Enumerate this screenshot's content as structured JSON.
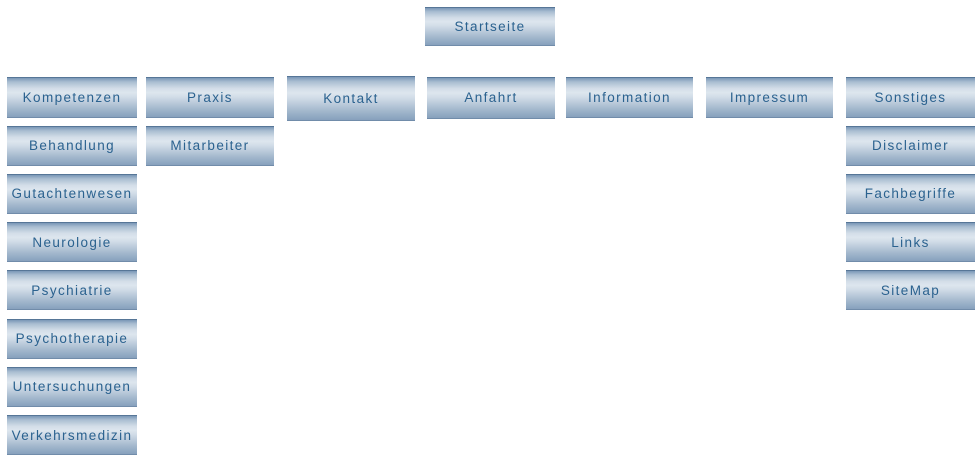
{
  "home": {
    "label": "Startseite"
  },
  "columns": [
    {
      "header": "Kompetenzen",
      "items": [
        "Behandlung",
        "Gutachtenwesen",
        "Neurologie",
        "Psychiatrie",
        "Psychotherapie",
        "Untersuchungen",
        "Verkehrsmedizin"
      ]
    },
    {
      "header": "Praxis",
      "items": [
        "Mitarbeiter"
      ]
    },
    {
      "header": "Kontakt",
      "items": []
    },
    {
      "header": "Anfahrt",
      "items": []
    },
    {
      "header": "Information",
      "items": []
    },
    {
      "header": "Impressum",
      "items": []
    },
    {
      "header": "Sonstiges",
      "items": [
        "Disclaimer",
        "Fachbegriffe",
        "Links",
        "SiteMap"
      ]
    }
  ],
  "colors": {
    "page_background": "#ffffff",
    "button_text": "#2b628f",
    "button_gradient_top": "#6d8db0",
    "button_gradient_highlight": "#dde6ee",
    "button_gradient_bottom": "#849dba"
  }
}
